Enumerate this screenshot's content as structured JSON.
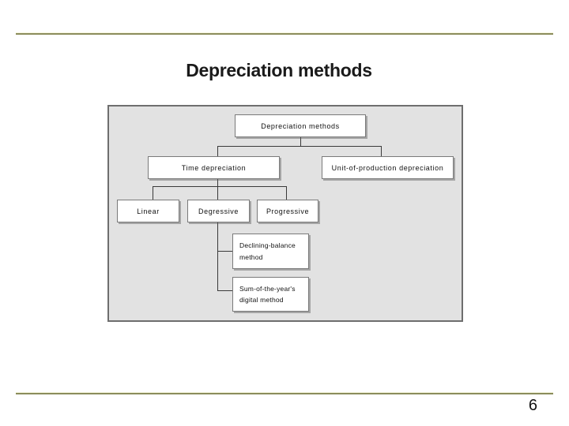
{
  "slide": {
    "title": "Depreciation methods",
    "page_number": "6"
  },
  "theme": {
    "rule_color": "#8b8d5c",
    "title_color": "#1a1a1a",
    "panel_fill": "#e2e2e2",
    "panel_border": "#6e6e6e",
    "node_fill": "#ffffff",
    "node_border": "#7a7a7a",
    "connector_color": "#3a3a3a",
    "text_color": "#111111"
  },
  "diagram": {
    "type": "hierarchy",
    "nodes": {
      "root": "Depreciation methods",
      "time": "Time depreciation",
      "unit": "Unit-of-production depreciation",
      "linear": "Linear",
      "degressive": "Degressive",
      "progressive": "Progressive",
      "declining": "Declining-balance\nmethod",
      "sum": "Sum-of-the-year's\ndigital method"
    },
    "edges": [
      [
        "root",
        "time"
      ],
      [
        "root",
        "unit"
      ],
      [
        "time",
        "linear"
      ],
      [
        "time",
        "degressive"
      ],
      [
        "time",
        "progressive"
      ],
      [
        "degressive",
        "declining"
      ],
      [
        "degressive",
        "sum"
      ]
    ]
  }
}
